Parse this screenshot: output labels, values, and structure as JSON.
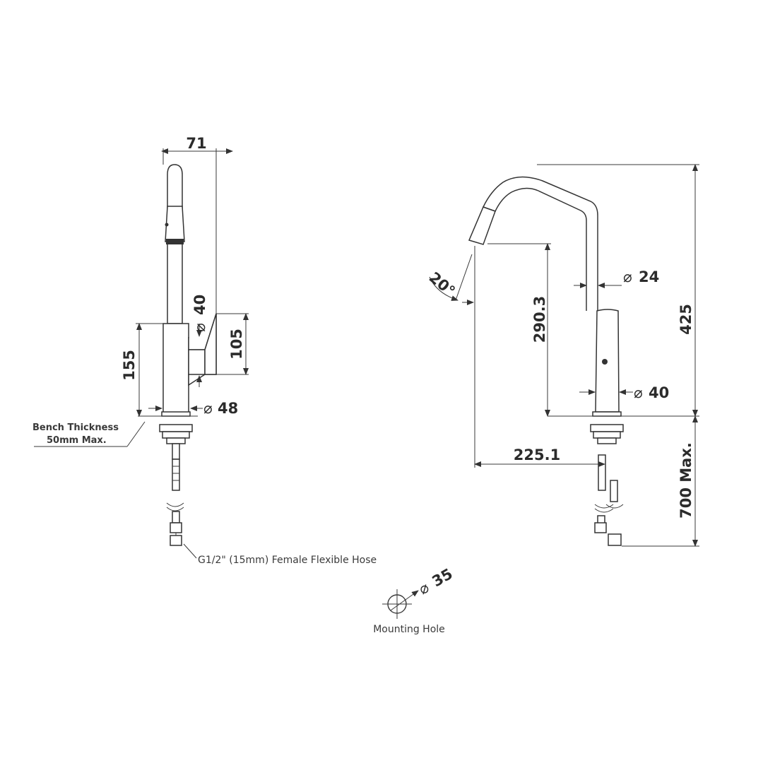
{
  "side_view": {
    "width": "71",
    "height_body": "155",
    "height_lever": "105",
    "lever_diameter_symbol": "⌀",
    "lever_diameter": "40",
    "base_diameter_symbol": "⌀",
    "base_diameter": "48",
    "bench_note_line1": "Bench Thickness",
    "bench_note_line2": "50mm Max.",
    "hose_note": "G1/2\" (15mm) Female Flexible Hose"
  },
  "front_view": {
    "angle": "20°",
    "spout_height": "290.3",
    "spout_diameter_symbol": "⌀",
    "spout_diameter": "24",
    "body_diameter_symbol": "⌀",
    "body_diameter": "40",
    "total_height": "425",
    "reach": "225.1",
    "hose_length": "700 Max."
  },
  "mounting": {
    "diameter_symbol": "⌀",
    "diameter": "35",
    "label": "Mounting Hole"
  }
}
